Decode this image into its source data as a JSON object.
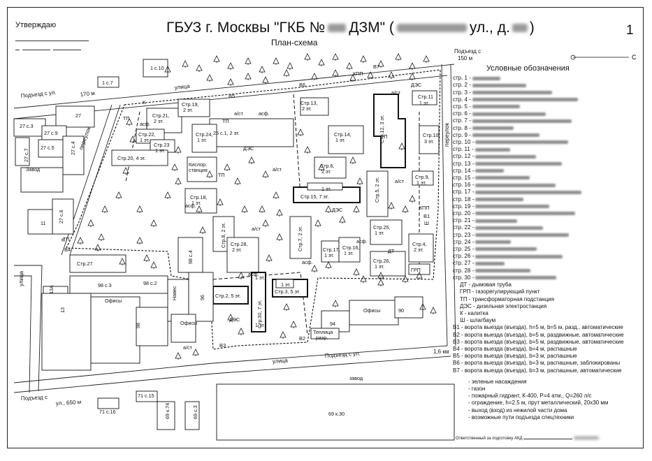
{
  "header": {
    "approve": "Утверждаю",
    "title_left": "ГБУЗ г. Москвы \"ГКБ №",
    "title_mid": "ДЗМ\" (",
    "title_right": "ул., д.",
    "title_end": ")",
    "subtitle": "План-схема",
    "sheet_no": "1"
  },
  "north": "С",
  "legend": {
    "title": "Условные обозначения",
    "buildings": [
      "стр. 1 -",
      "стр. 2 -",
      "стр. 3 -",
      "стр. 4 -",
      "стр. 5 -",
      "стр. 6 -",
      "стр. 7 -",
      "стр. 8 -",
      "стр. 9 -",
      "стр. 10 -",
      "стр. 11 -",
      "стр. 12 -",
      "стр. 13 -",
      "стр. 14 -",
      "стр. 15 -",
      "стр. 16 -",
      "стр. 17 -",
      "стр. 18 -",
      "стр. 19 -",
      "стр. 20 -",
      "стр. 21 -",
      "стр. 22 -",
      "стр. 23 -",
      "стр. 24 -",
      "стр. 25 -",
      "стр. 26 -",
      "стр. 27 -",
      "стр. 28 -",
      "стр. 30 -"
    ],
    "abbrev": [
      "ДТ - дымовая труба",
      "ГРП - газорегулирующий пункт",
      "ТП - трансформаторная подстанция",
      "ДЭС - дизельная электростанция",
      "К - калитка",
      "Ш - шлагбаум"
    ],
    "gates": [
      "В1 - ворота выезда (въезда), h=5 м, b=5 м, разд., автоматические",
      "В2 - ворота выезда (въезда), b=5 м, раздвижные, автоматические",
      "В3 - ворота выезда (въезда), b=5 м, раздвижные, автоматические",
      "В4 - ворота выезда (въезда), b=4 м, распашные",
      "В5 - ворота выезда (въезда), b=3 м, распашные",
      "В6 - ворота выезда (въезда), b=3 м, распашные, заблокированы",
      "В7 - ворота выезда (въезда), b=3 м, распашные, автоматические"
    ],
    "symbols": [
      "- зеленые насаждения",
      "- газон",
      "- пожарный гидрант, К-400, Р=4 атм., Q=260 л/с",
      "- ограждение, h=2.5 м, прут металлический, 20x30 мм",
      "- выход (вход) из нежилой части дома",
      "- возможные пути подъезда спецтехники"
    ],
    "responsible": "Ответственный за подготовку АКД"
  },
  "map": {
    "approaches": {
      "left": "Подъезд с ул.",
      "left_dist": "170 м",
      "top_right": "Подъезд с",
      "top_right_dist": "150 м",
      "bottom": "Подъезд с ул.",
      "bottom_dist": "1,6 км",
      "bottom_left": "Подъезд с",
      "bottom_left_dist": "ул., 650 м"
    },
    "streets": {
      "top": "улица",
      "bottom": "улица",
      "left": "улица",
      "right": "переулок",
      "left_lane": "переулок"
    },
    "labels": [
      {
        "id": "b25",
        "text": "25 с.1, 2 эт."
      },
      {
        "id": "s15",
        "text": "Стр.15, 7 эт."
      },
      {
        "id": "s15b",
        "text": "1 эт."
      },
      {
        "id": "s12",
        "text": "Стр.12, 3 эт."
      },
      {
        "id": "s11",
        "text": "Стр.11"
      },
      {
        "id": "s11b",
        "text": "1 эт."
      },
      {
        "id": "s10",
        "text": "Стр.10,"
      },
      {
        "id": "s10b",
        "text": "3 эт."
      },
      {
        "id": "s9",
        "text": "Стр.9,"
      },
      {
        "id": "s9b",
        "text": "1 эт."
      },
      {
        "id": "s13",
        "text": "Стр.13,"
      },
      {
        "id": "s13b",
        "text": "2 эт."
      },
      {
        "id": "s14",
        "text": "Стр.14,"
      },
      {
        "id": "s14b",
        "text": "1 эт."
      },
      {
        "id": "s6",
        "text": "Стр.6,"
      },
      {
        "id": "s6b",
        "text": "2 эт."
      },
      {
        "id": "s5",
        "text": "Стр.5, 2 эт."
      },
      {
        "id": "s24",
        "text": "Стр.24,"
      },
      {
        "id": "s24b",
        "text": "1 эт."
      },
      {
        "id": "s21",
        "text": "Стр.21,"
      },
      {
        "id": "s21b",
        "text": "2 эт."
      },
      {
        "id": "s19",
        "text": "Стр.19,"
      },
      {
        "id": "s19b",
        "text": "2 эт."
      },
      {
        "id": "s22",
        "text": "Стр.22,"
      },
      {
        "id": "s22b",
        "text": "1 эт."
      },
      {
        "id": "s23",
        "text": "Стр.23"
      },
      {
        "id": "s23b",
        "text": "1 эт."
      },
      {
        "id": "s20",
        "text": "Стр.20, 4 эт."
      },
      {
        "id": "oxy",
        "text": "Кислор."
      },
      {
        "id": "oxyb",
        "text": "станция"
      },
      {
        "id": "s18",
        "text": "Стр.18,"
      },
      {
        "id": "s18b",
        "text": "1 эт."
      },
      {
        "id": "s8",
        "text": "Стр.8, 2 эт."
      },
      {
        "id": "s28",
        "text": "Стр.28,"
      },
      {
        "id": "s28b",
        "text": "2 эт."
      },
      {
        "id": "s7",
        "text": "Стр.7, 2 эт."
      },
      {
        "id": "s17",
        "text": "Стр.17,"
      },
      {
        "id": "s17b",
        "text": "1 эт."
      },
      {
        "id": "s16",
        "text": "Стр.16,"
      },
      {
        "id": "s16b",
        "text": "1 эт."
      },
      {
        "id": "s25",
        "text": "Стр.25,"
      },
      {
        "id": "s25b",
        "text": "1 эт."
      },
      {
        "id": "s26",
        "text": "Стр.26,"
      },
      {
        "id": "s26b",
        "text": "1 эт."
      },
      {
        "id": "s4",
        "text": "Стр.4,"
      },
      {
        "id": "s4b",
        "text": "2 эт."
      },
      {
        "id": "s27",
        "text": "Стр.27"
      },
      {
        "id": "s2",
        "text": "Стр.2, 5 эт."
      },
      {
        "id": "s3",
        "text": "Стр.3, 5 эт."
      },
      {
        "id": "s3b",
        "text": "1 эт."
      },
      {
        "id": "s30",
        "text": "Стр.30, 7 эт."
      },
      {
        "id": "s30a",
        "text": "1 эт."
      },
      {
        "id": "s30b",
        "text": "1 эт."
      },
      {
        "id": "dt",
        "text": "ДТ"
      },
      {
        "id": "grp",
        "text": "ГРП"
      },
      {
        "id": "kpp1",
        "text": "КПП"
      },
      {
        "id": "kpp2",
        "text": "КПП"
      },
      {
        "id": "des1",
        "text": "ДЭС"
      },
      {
        "id": "des2",
        "text": "ДЭС"
      },
      {
        "id": "des3",
        "text": "ДЭС"
      },
      {
        "id": "des4",
        "text": "ДЭС"
      },
      {
        "id": "tp1",
        "text": "ТП"
      },
      {
        "id": "tp2",
        "text": "ТП"
      },
      {
        "id": "tp3",
        "text": "ТП"
      },
      {
        "id": "tp4",
        "text": "ТП"
      },
      {
        "id": "tp5",
        "text": "ТП"
      },
      {
        "id": "zavod",
        "text": "Завод"
      },
      {
        "id": "ofisy1",
        "text": "Офисы"
      },
      {
        "id": "ofisy2",
        "text": "Офисы"
      },
      {
        "id": "ofisy3",
        "text": "Офисы"
      },
      {
        "id": "teplica",
        "text": "Теплица"
      },
      {
        "id": "teplicab",
        "text": "разр."
      },
      {
        "id": "zavod2",
        "text": "завод"
      },
      {
        "id": "c10",
        "text": "1 с.10"
      },
      {
        "id": "c7",
        "text": "1 с.7"
      },
      {
        "id": "n27",
        "text": "27"
      },
      {
        "id": "n27c3",
        "text": "27 с.3"
      },
      {
        "id": "n27c9",
        "text": "27 с.9"
      },
      {
        "id": "n27c5",
        "text": "27 с.5"
      },
      {
        "id": "n27c7",
        "text": "27 с.7"
      },
      {
        "id": "n27c4",
        "text": "27 с.4"
      },
      {
        "id": "n27c6",
        "text": "27 с.6"
      },
      {
        "id": "n11",
        "text": "11"
      },
      {
        "id": "n98c4",
        "text": "98 с.4"
      },
      {
        "id": "n98c3",
        "text": "98 с.3"
      },
      {
        "id": "n98c2",
        "text": "98 с.2"
      },
      {
        "id": "n98",
        "text": "98"
      },
      {
        "id": "n96",
        "text": "96"
      },
      {
        "id": "n13",
        "text": "13"
      },
      {
        "id": "n13a",
        "text": "13А"
      },
      {
        "id": "n94",
        "text": "94"
      },
      {
        "id": "n90",
        "text": "90"
      },
      {
        "id": "n69k30",
        "text": "69 к.30"
      },
      {
        "id": "n71c16",
        "text": "71 с.16"
      },
      {
        "id": "n71c15",
        "text": "71 с.15"
      },
      {
        "id": "n69k74",
        "text": "69 к.74"
      },
      {
        "id": "n69c3",
        "text": "69 с.3"
      },
      {
        "id": "nav",
        "text": "Навес"
      }
    ],
    "gates": [
      "В1",
      "В2",
      "В3",
      "В4",
      "В5",
      "В6",
      "В7",
      "К",
      "К",
      "Ш"
    ],
    "asf": "асф.",
    "ast": "а/ст"
  }
}
